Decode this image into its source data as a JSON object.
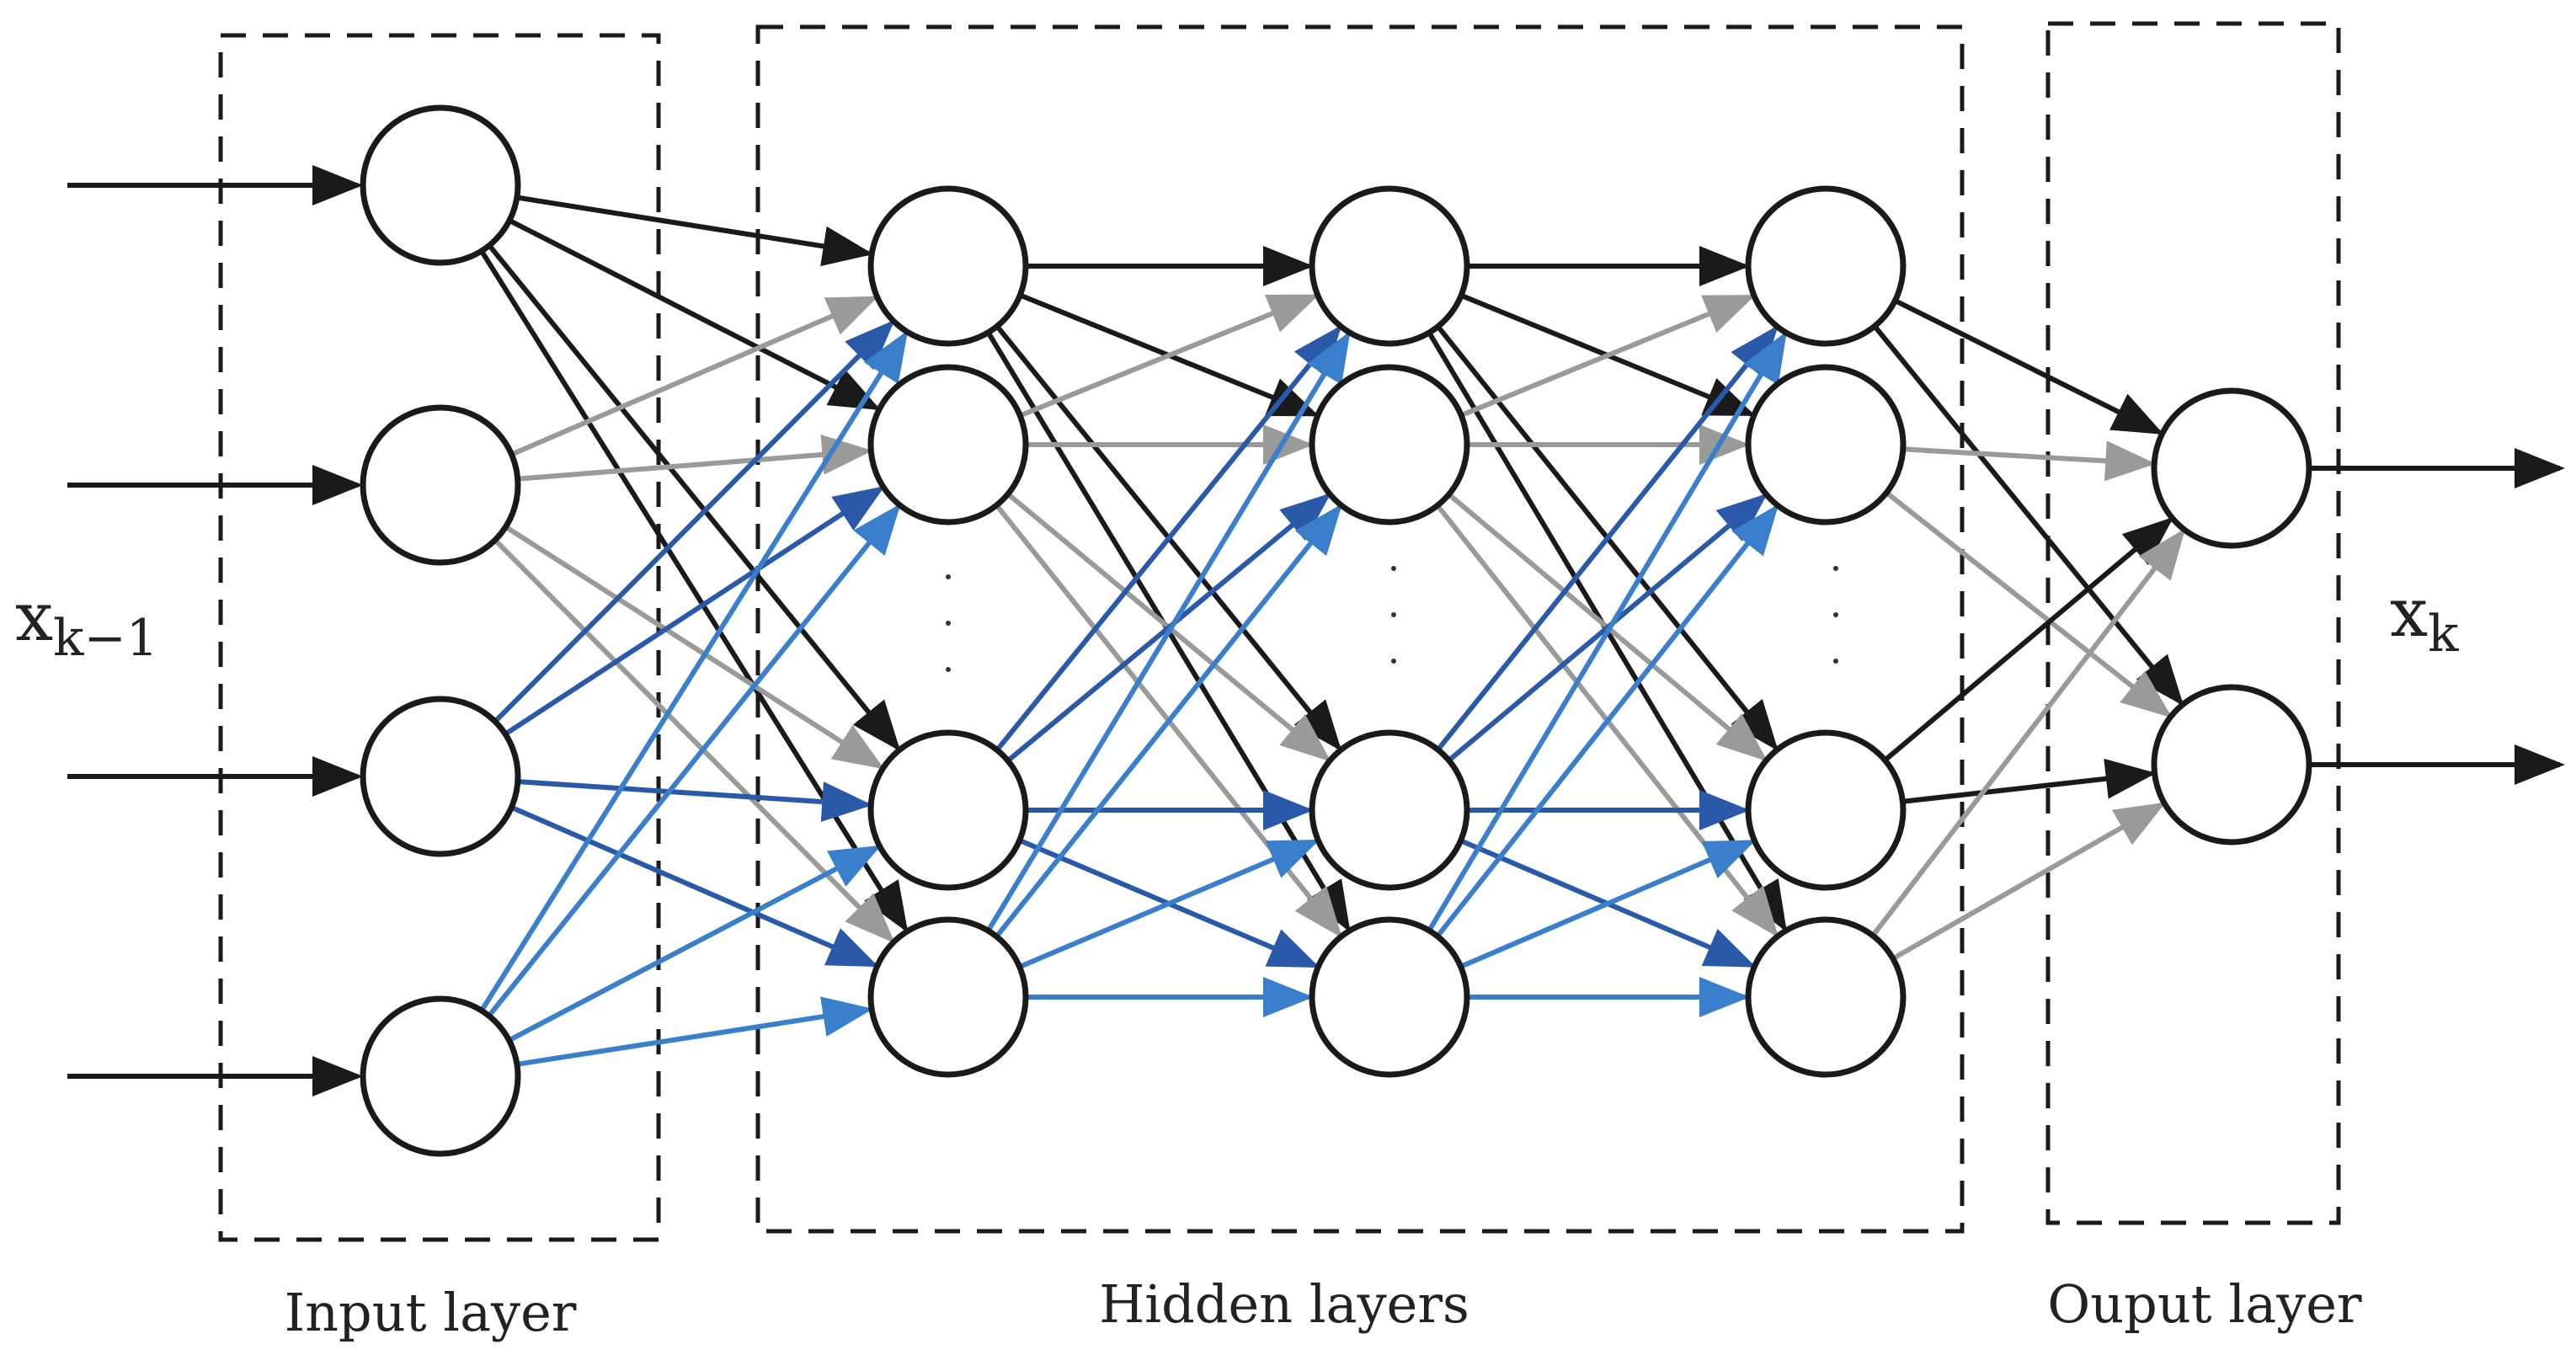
{
  "labels": {
    "input_var_main": "x",
    "input_var_sub": "k−1",
    "output_var_main": "x",
    "output_var_sub": "k",
    "input_layer": "Input layer",
    "hidden_layers": "Hidden layers",
    "output_layer": "Ouput layer",
    "ellipsis": "⋮"
  },
  "colors": {
    "background": "#ffffff",
    "stroke": "#1a1a1a",
    "black_edge": "#1a1a1a",
    "gray_edge": "#999b98",
    "dark_blue_edge": "#2b59a9",
    "light_blue_edge": "#3a7fcb"
  },
  "network": {
    "layers": [
      {
        "name": "input",
        "nodes": 4
      },
      {
        "name": "hidden-1",
        "nodes": 4
      },
      {
        "name": "hidden-2",
        "nodes": 4
      },
      {
        "name": "hidden-3",
        "nodes": 4
      },
      {
        "name": "output",
        "nodes": 2
      }
    ],
    "fully_connected": true,
    "input_arrows": 4,
    "output_arrows": 2
  }
}
